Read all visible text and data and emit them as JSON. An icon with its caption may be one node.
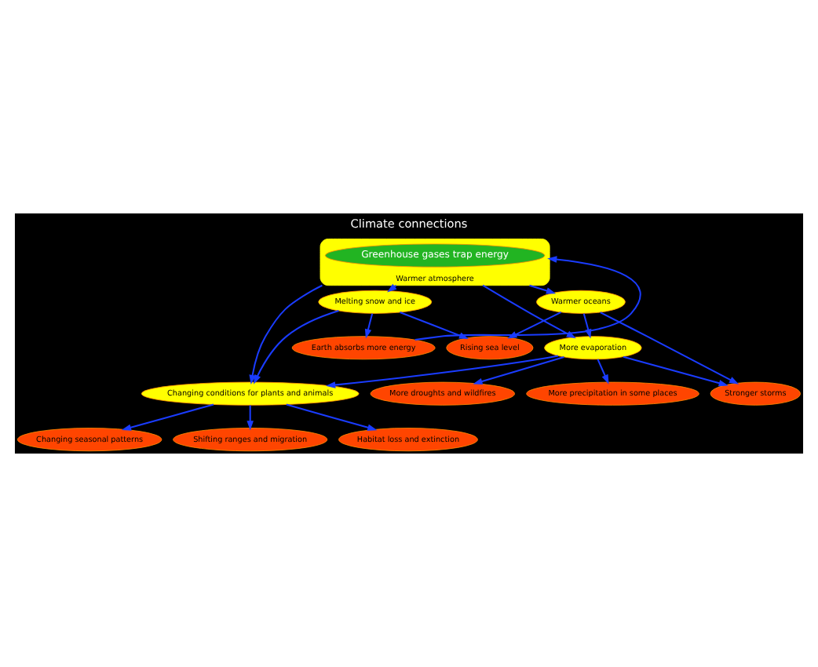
{
  "diagram": {
    "title": "Climate connections",
    "nodes": [
      {
        "text": [
          "Warmer atmosphere"
        ]
      },
      {
        "text": [
          "Greenhouse gases trap energy"
        ],
        "in": 0
      },
      {
        "text": [
          "More precipitation in some places"
        ]
      },
      {
        "text": [
          "Stronger storms"
        ]
      },
      {
        "text": [
          "More droughts and wildfires"
        ]
      },
      {
        "text": [
          "More evaporation"
        ]
      },
      {
        "text": [
          "Warmer oceans"
        ]
      },
      {
        "text": [
          "Rising sea level"
        ]
      },
      {
        "text": [
          "Changing seasonal patterns"
        ]
      },
      {
        "text": [
          "Changing conditions for plants and animals"
        ]
      },
      {
        "text": [
          "Melting snow and ice"
        ]
      },
      {
        "text": [
          "Earth absorbs more energy"
        ]
      },
      {
        "text": [
          "Shifting ranges and migration"
        ]
      },
      {
        "text": [
          "Habitat loss and extinction"
        ]
      }
    ],
    "edges": [
      {
        "from": 0,
        "to": 5,
        "arrow": "to"
      },
      {
        "from": 0,
        "to": 6,
        "arrow": "to"
      },
      {
        "from": 0,
        "to": 9,
        "arrow": "to"
      },
      {
        "from": 0,
        "to": 10,
        "arrow": "to"
      },
      {
        "from": 5,
        "to": 4,
        "arrow": "to"
      },
      {
        "from": 5,
        "to": 2,
        "arrow": "to"
      },
      {
        "from": 5,
        "to": 3,
        "arrow": "to"
      },
      {
        "from": 6,
        "to": 5,
        "arrow": "to"
      },
      {
        "from": 6,
        "to": 3,
        "arrow": "to"
      },
      {
        "from": 6,
        "to": 7,
        "arrow": "to"
      },
      {
        "from": 5,
        "to": 9,
        "arrow": "to"
      },
      {
        "from": 9,
        "to": 8,
        "arrow": "to"
      },
      {
        "from": 9,
        "to": 12,
        "arrow": "to"
      },
      {
        "from": 9,
        "to": 13,
        "arrow": "to"
      },
      {
        "from": 10,
        "to": 9,
        "arrow": "to"
      },
      {
        "from": 10,
        "to": 11,
        "arrow": "to"
      },
      {
        "from": 10,
        "to": 7,
        "arrow": "to"
      },
      {
        "from": 11,
        "to": 0,
        "arrow": "to"
      }
    ]
  }
}
